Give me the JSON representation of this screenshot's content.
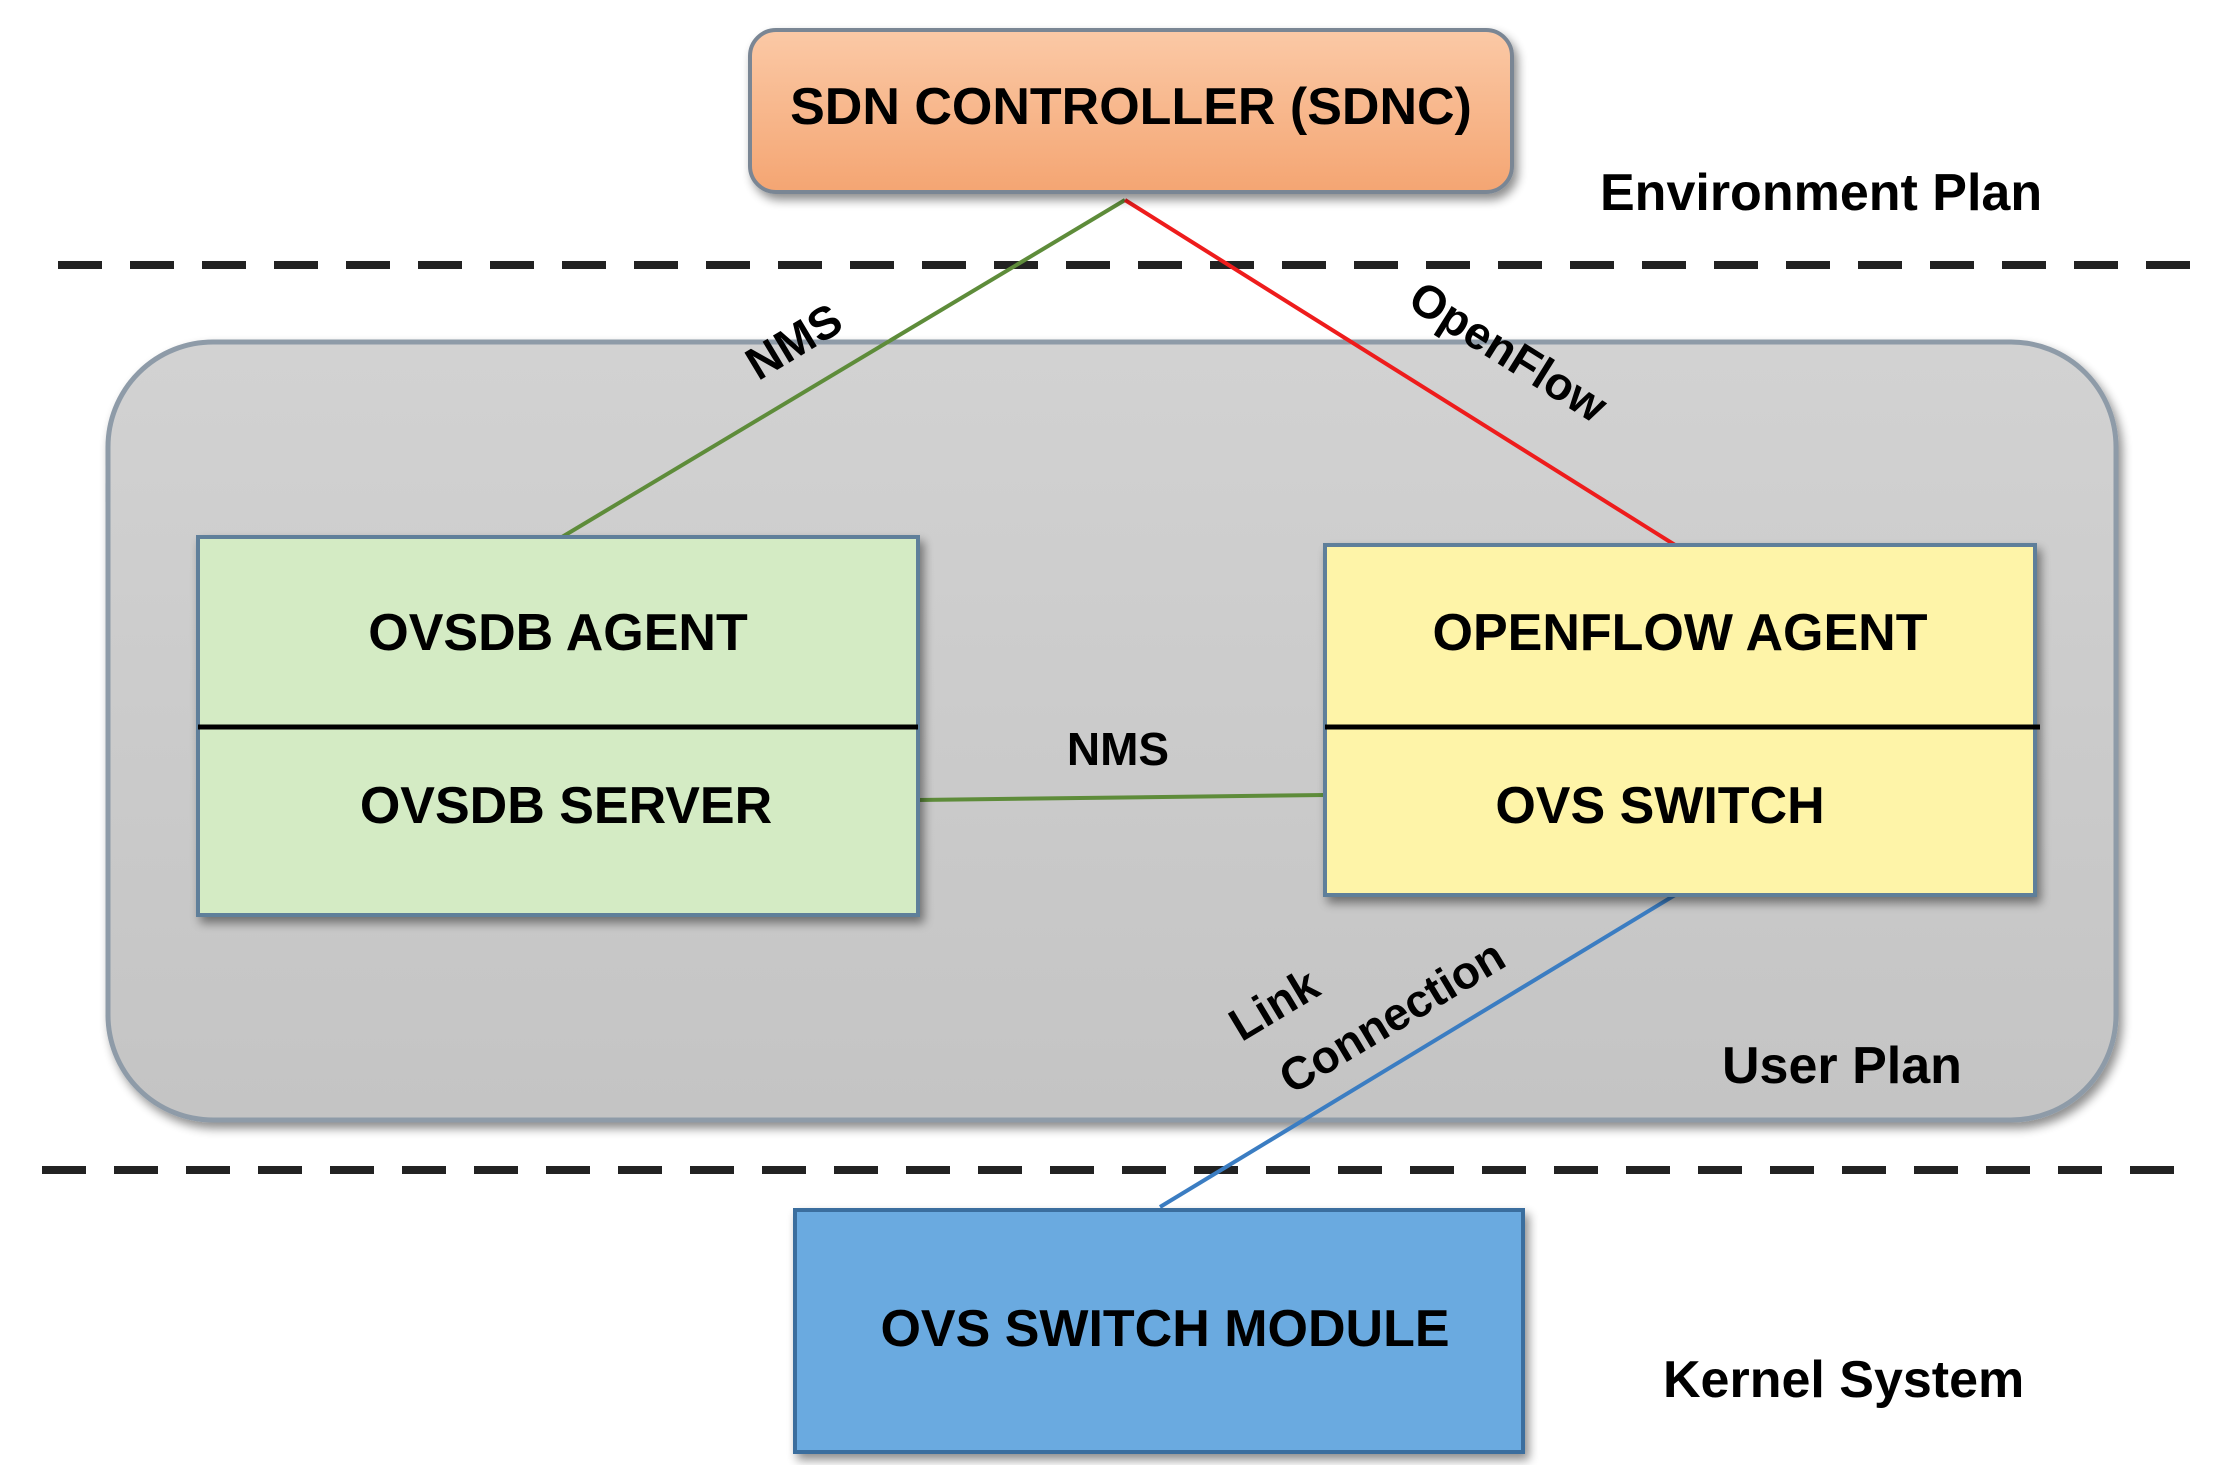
{
  "diagram": {
    "nodes": {
      "sdn_controller": {
        "label": "SDN CONTROLLER (SDNC)",
        "fill": "#F9B88D"
      },
      "ovsdb_agent": {
        "label": "OVSDB AGENT",
        "fill": "#D4EBC4"
      },
      "ovsdb_server": {
        "label": "OVSDB SERVER",
        "fill": "#D4EBC4"
      },
      "openflow_agent": {
        "label": "OPENFLOW AGENT",
        "fill": "#FEF4A8"
      },
      "ovs_switch": {
        "label": "OVS SWITCH",
        "fill": "#FEF4A8"
      },
      "ovs_switch_module": {
        "label": "OVS SWITCH MODULE",
        "fill": "#6AAAE0"
      }
    },
    "edges": {
      "controller_ovsdb": {
        "label": "NMS",
        "color": "#5E8C3A"
      },
      "controller_openflow": {
        "label": "OpenFlow",
        "color": "#EE1C1C"
      },
      "server_switch": {
        "label": "NMS",
        "color": "#5E8C3A"
      },
      "switch_module": {
        "label_line1": "Link",
        "label_line2": "Connection",
        "color": "#3B7DC2"
      }
    },
    "planes": {
      "environment": "Environment Plan",
      "user": "User Plan",
      "kernel": "Kernel System"
    },
    "colors": {
      "user_plane_fill": "#CBCBCB",
      "divider": "#222222"
    }
  }
}
